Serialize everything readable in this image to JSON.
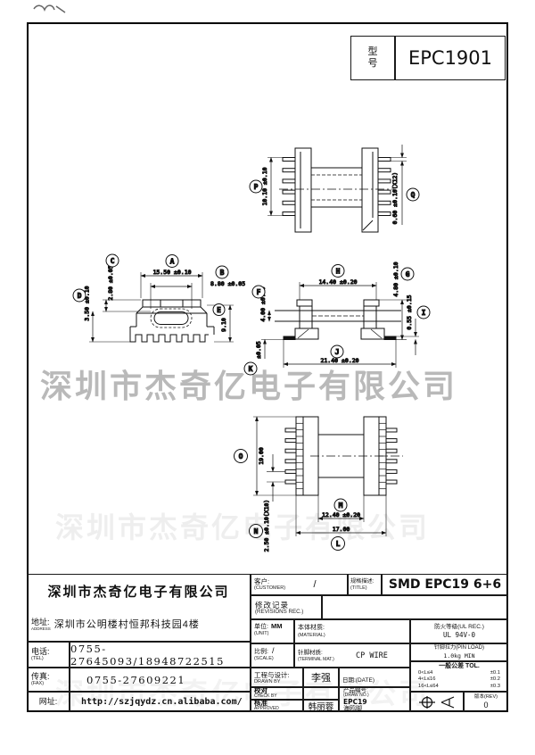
{
  "model": {
    "label": "型号",
    "value": "EPC1901"
  },
  "watermark": {
    "text": "深圳市杰奇亿电子有限公司"
  },
  "views": {
    "end": {
      "dims": [
        {
          "letter": "P",
          "text": "10.10 ±0.10"
        },
        {
          "letter": "Q",
          "text": "0.60 ±0.10(X12)"
        }
      ]
    },
    "front": {
      "dims": [
        {
          "letter": "A",
          "text": "15.50 ±0.10"
        },
        {
          "letter": "B",
          "text": "8.80 ±0.05"
        },
        {
          "letter": "C",
          "text": "2.80 ±0.05"
        },
        {
          "letter": "D",
          "text": "3.50 ±0.10"
        },
        {
          "letter": "E",
          "text": "9.10"
        }
      ]
    },
    "side": {
      "dims": [
        {
          "letter": "F",
          "text": "4.00 ±0.10"
        },
        {
          "letter": "G",
          "text": "4.80 ±0.10"
        },
        {
          "letter": "H",
          "text": "14.40 ±0.20"
        },
        {
          "letter": "I",
          "text": "0.55 ±0.15"
        },
        {
          "letter": "J",
          "text": "21.40 ±0.20"
        },
        {
          "letter": "K",
          "text": "±0.05"
        }
      ]
    },
    "plan": {
      "dims": [
        {
          "letter": "L",
          "text": "17.00"
        },
        {
          "letter": "M",
          "text": "12.40 ±0.20"
        },
        {
          "letter": "N",
          "text": "2.50 ±0.10(X10)"
        },
        {
          "letter": "O",
          "text": "19.00"
        }
      ]
    }
  },
  "titleblock": {
    "company": "深圳市杰奇亿电子有限公司",
    "address_label": "地址:",
    "address_label_en": "ADDRESS",
    "address": "深圳市公明楼村恒邦科技园4楼",
    "tel_label": "电话:",
    "tel_label_en": "(TEL)",
    "tel": "0755-27645093/18948722515",
    "fax_label": "传真:",
    "fax_label_en": "(FAX)",
    "fax": "0755-27609221",
    "web_label": "网址:",
    "web": "http://szjqydz.cn.alibaba.com/",
    "customer_label": "客户:",
    "customer_label_en": "(CUSTOMER)",
    "customer_value": "/",
    "title_label": "规格描述:",
    "title_label_en": "(TITLE)",
    "title_value": "SMD EPC19 6+6",
    "revisions_label": "修改记录",
    "revisions_label_en": "(REVISIONS REC.)",
    "unit_label": "单位:",
    "unit_value": "MM",
    "unit_label_en": "(UNIT)",
    "material_label": "本体材质:",
    "material_label_en": "(MATERIAL)",
    "material_value": "",
    "fire_label": "防火等级(UL REC.)",
    "fire_value": "UL 94V-0",
    "scale_label": "比例:",
    "scale_value": "/",
    "scale_label_en": "(SCALE)",
    "terminal_label": "针脚材质:",
    "terminal_label_en": "(TERMINAL MAT.)",
    "terminal_value": "CP WIRE",
    "pinload_label": "针脚拉力(PIN LOAD)",
    "pinload_value": "1.0kg MIN",
    "engineer_label": "工程与设计:",
    "engineer_label_en": "DRAWN BY",
    "engineer_value": "李强",
    "date_label": "日期:(DATE)",
    "check_label": "校对",
    "check_label_en": "CHECK BY",
    "check_value": "",
    "approved_label": "核准",
    "approved_label_en": "APPROVED",
    "approved_value": "韩丽蓉",
    "drawno_label": "产品编号:",
    "drawno_label_en": "(DRAW NO.)",
    "drawno_value": "EPC19",
    "drawno_value2": "海鸥脚",
    "tol_title": "一般公差 TOL.",
    "tol_rows": [
      {
        "range": "0<L≤4",
        "tol": "±0.1"
      },
      {
        "range": "4<L≤16",
        "tol": "±0.2"
      },
      {
        "range": "16<L≤64",
        "tol": "±0.3"
      }
    ],
    "rev_label": "版本(REV)",
    "rev_value": "0"
  }
}
